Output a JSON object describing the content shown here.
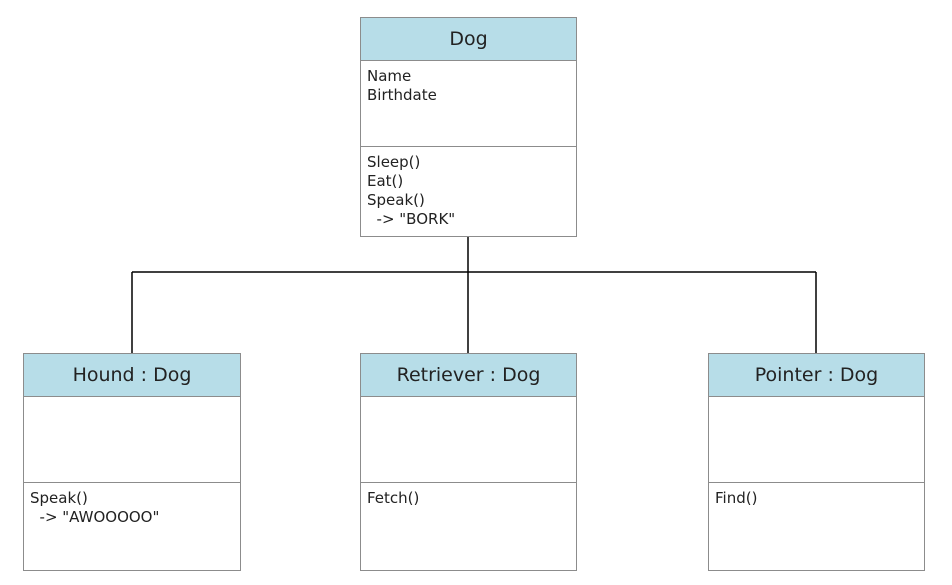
{
  "classes": {
    "dog": {
      "name": "Dog",
      "attributes": [
        "Name",
        "Birthdate"
      ],
      "methods": [
        "Sleep()",
        "Eat()",
        "Speak()",
        "  -> \"BORK\""
      ]
    },
    "hound": {
      "name": "Hound : Dog",
      "attributes": [],
      "methods": [
        "Speak()",
        "  -> \"AWOOOOO\""
      ]
    },
    "retriever": {
      "name": "Retriever : Dog",
      "attributes": [],
      "methods": [
        "Fetch()"
      ]
    },
    "pointer": {
      "name": "Pointer : Dog",
      "attributes": [],
      "methods": [
        "Find()"
      ]
    }
  },
  "colors": {
    "header_fill": "#b7dde8",
    "border": "#8c8c8c",
    "connector": "#000000"
  }
}
